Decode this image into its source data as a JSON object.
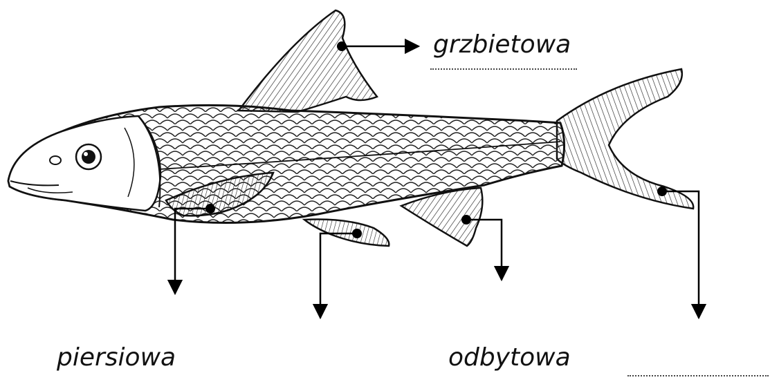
{
  "diagram": {
    "labels": {
      "dorsal": "grzbietowa",
      "pectoral": "piersiowa",
      "anal": "odbytowa"
    },
    "blanks": [
      "pelvic-fin-blank",
      "caudal-fin-blank"
    ],
    "colors": {
      "ink": "#111111",
      "background": "#ffffff"
    }
  }
}
